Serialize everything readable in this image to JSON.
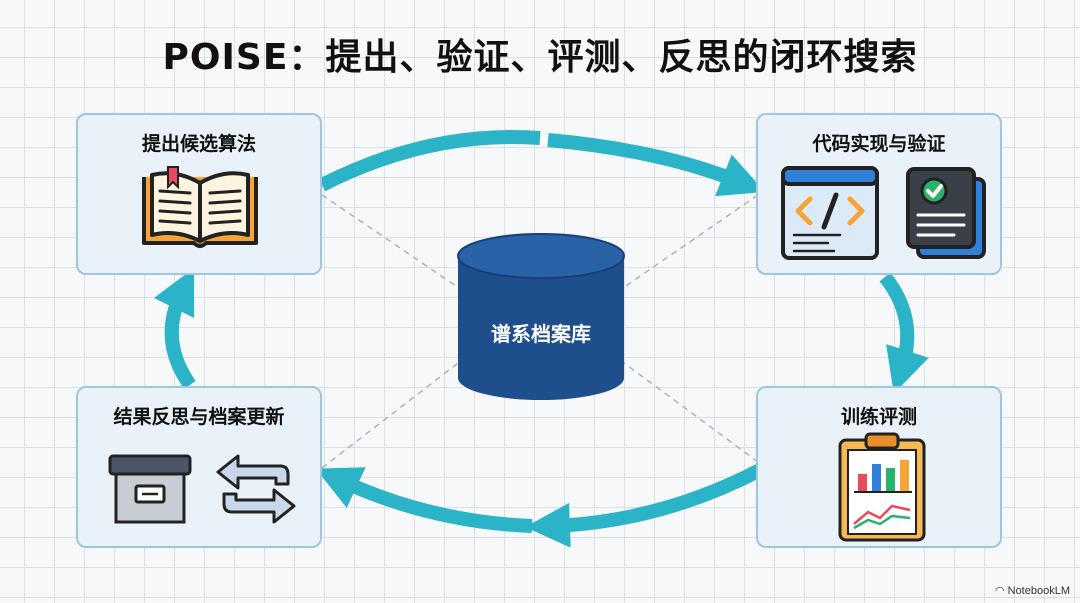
{
  "title": "POISE：提出、验证、评测、反思的闭环搜索",
  "center": {
    "label": "谱系档案库"
  },
  "stages": [
    {
      "label": "提出候选算法"
    },
    {
      "label": "代码实现与验证"
    },
    {
      "label": "训练评测"
    },
    {
      "label": "结果反思与档案更新"
    }
  ],
  "watermark": "NotebookLM",
  "colors": {
    "arrow": "#2bb3c8",
    "database": "#1f4e8c",
    "box_fill": "#e8f2f8",
    "box_border": "#9fc6de"
  }
}
